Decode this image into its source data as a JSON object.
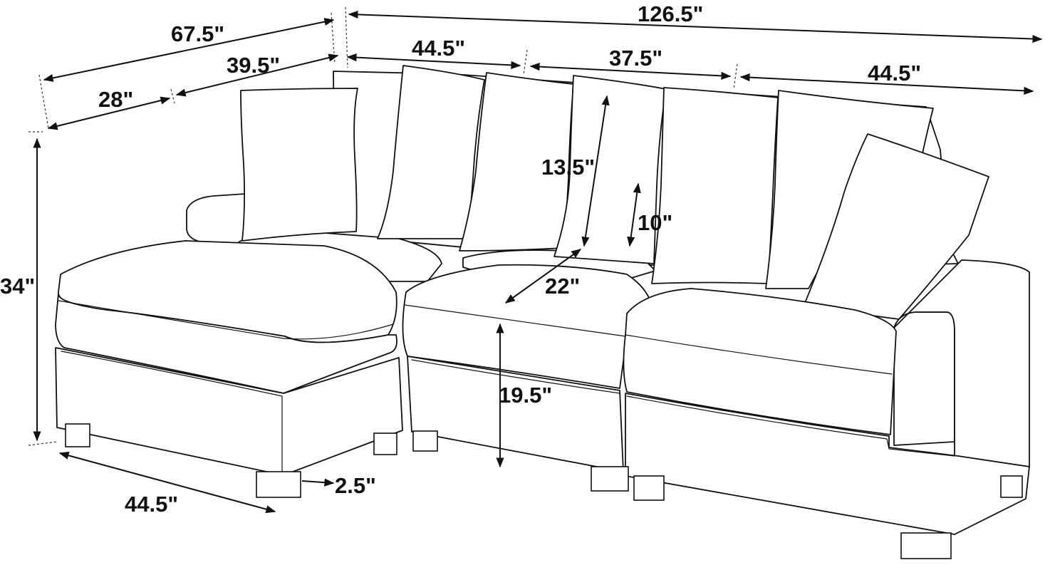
{
  "dimensions": {
    "total_length": "126.5\"",
    "chaise_depth": "67.5\"",
    "chaise_back_depth": "39.5\"",
    "chaise_front_depth": "28\"",
    "left_section_width": "44.5\"",
    "middle_section_width": "37.5\"",
    "right_section_width": "44.5\"",
    "pillow_height": "13.5\"",
    "back_cushion_height": "10\"",
    "seat_depth": "22\"",
    "overall_height": "34\"",
    "seat_height": "19.5\"",
    "leg_height": "2.5\"",
    "chaise_width": "44.5\""
  }
}
